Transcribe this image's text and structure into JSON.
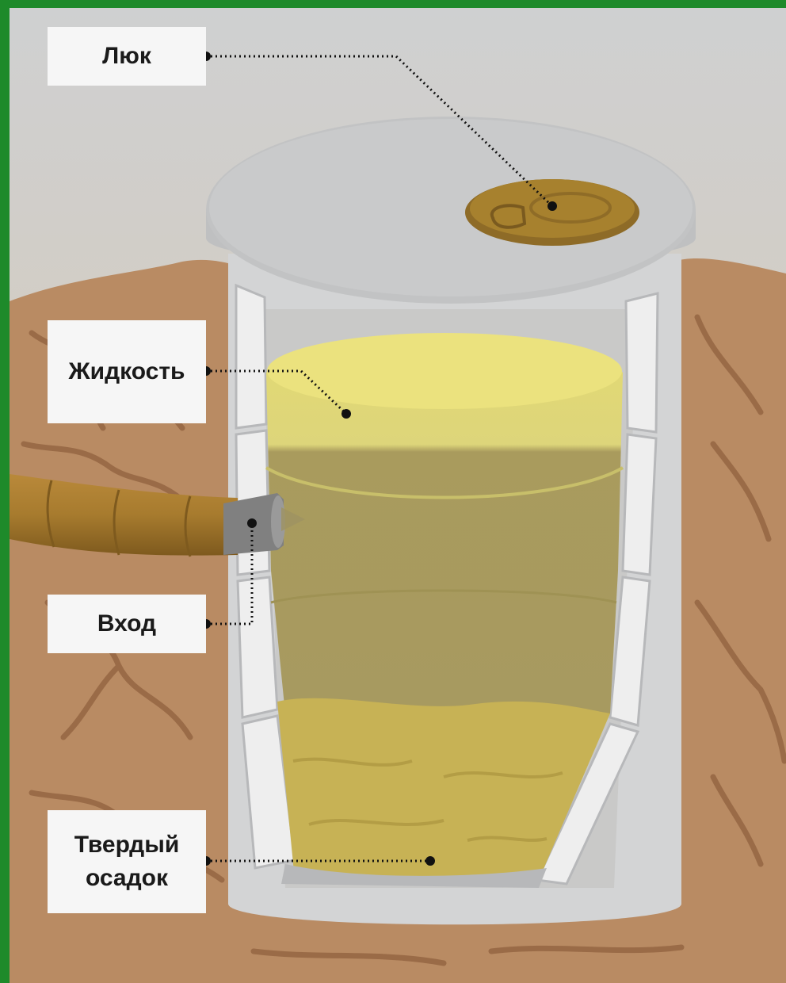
{
  "diagram": {
    "labels": {
      "hatch": "Люк",
      "liquid": "Жидкость",
      "inlet": "Вход",
      "sludge": "Твердый\nосадок"
    },
    "colors": {
      "frame": "#1e8a2a",
      "sky": "#d6d4cf",
      "ground": "#b98a62",
      "concrete": "#d9dadb",
      "liquid_top": "#e8e07a",
      "liquid_mid": "#a89a58",
      "sludge": "#c9b356",
      "pipe": "#a47a2c",
      "hatch": "#a7812e"
    }
  }
}
